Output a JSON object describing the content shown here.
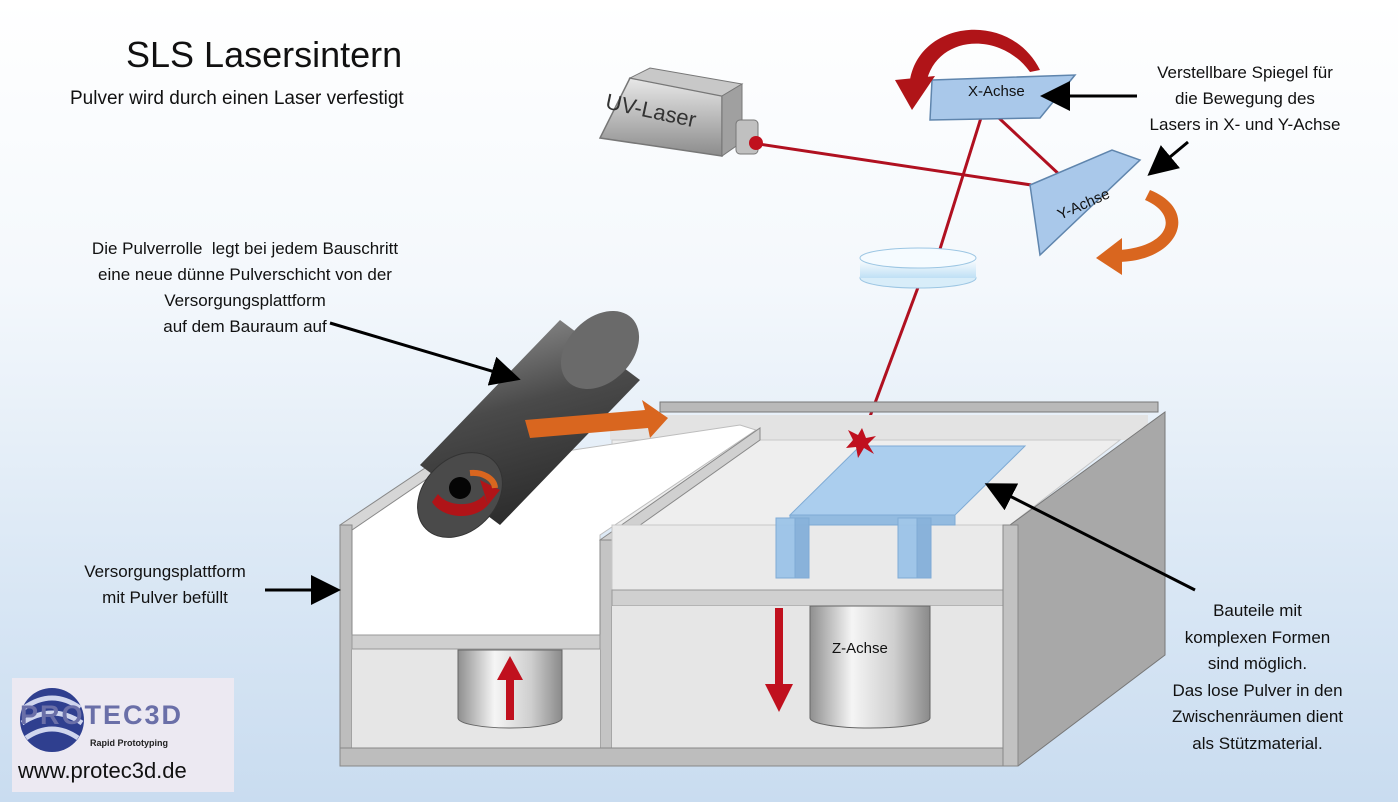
{
  "title": "SLS Lasersintern",
  "subtitle": "Pulver wird durch einen Laser verfestigt",
  "labels": {
    "laser": "UV-Laser",
    "x_axis": "X-Achse",
    "y_axis": "Y-Achse",
    "z_axis": "Z-Achse"
  },
  "annotations": {
    "mirrors": [
      "Verstellbare Spiegel für",
      "die Bewegung des",
      "Lasers in X- und Y-Achse"
    ],
    "roller": [
      "Die Pulverrolle  legt bei jedem Bauschritt",
      "eine neue dünne Pulverschicht von der",
      "Versorgungsplattform",
      "auf dem Bauraum auf"
    ],
    "supply": [
      "Versorgungsplattform",
      "mit Pulver befüllt"
    ],
    "parts": [
      "Bauteile mit",
      "komplexen Formen",
      "sind möglich.",
      "Das lose Pulver in den",
      "Zwischenräumen dient",
      "als Stützmaterial."
    ]
  },
  "logo": {
    "brand": "PROTEC3D",
    "tagline": "Rapid Prototyping",
    "website": "www.protec3d.de"
  },
  "colors": {
    "laser_beam": "#b01020",
    "arrow_red": "#b01418",
    "arrow_orange": "#d9661f",
    "mirror": "#a9c8ea",
    "part": "#a8cdee",
    "machine_frame": "#c9c9c9"
  }
}
